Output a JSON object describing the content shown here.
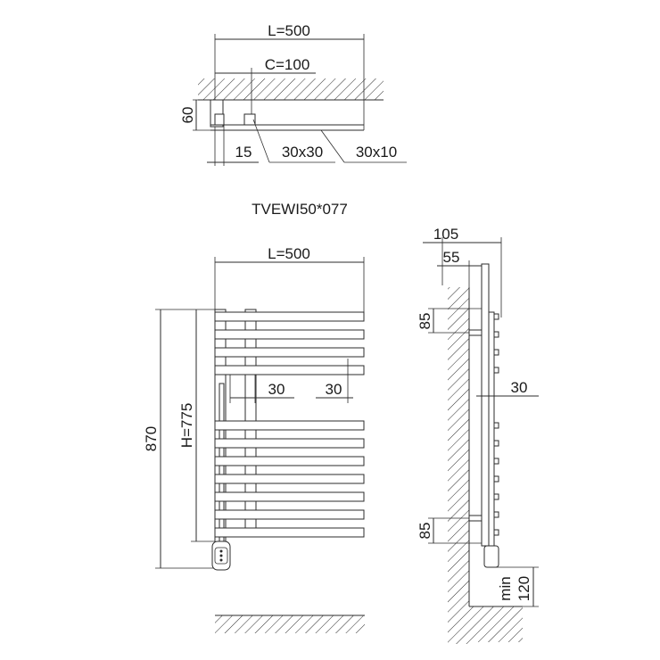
{
  "model": "TVEWI50*077",
  "top_view": {
    "length": "L=500",
    "centers": "C=100",
    "depth": "60",
    "offset": "15",
    "profile_main": "30x30",
    "profile_bar": "30x10"
  },
  "front_view": {
    "length": "L=500",
    "total_height": "870",
    "height": "H=775",
    "bar_spacing": "30",
    "bar_end_spacing": "30"
  },
  "side_view": {
    "overall_depth": "105",
    "wall_depth": "55",
    "bracket_top": "85",
    "bar_pitch": "30",
    "bracket_bottom": "85",
    "min_label": "min",
    "floor_clearance": "120"
  }
}
